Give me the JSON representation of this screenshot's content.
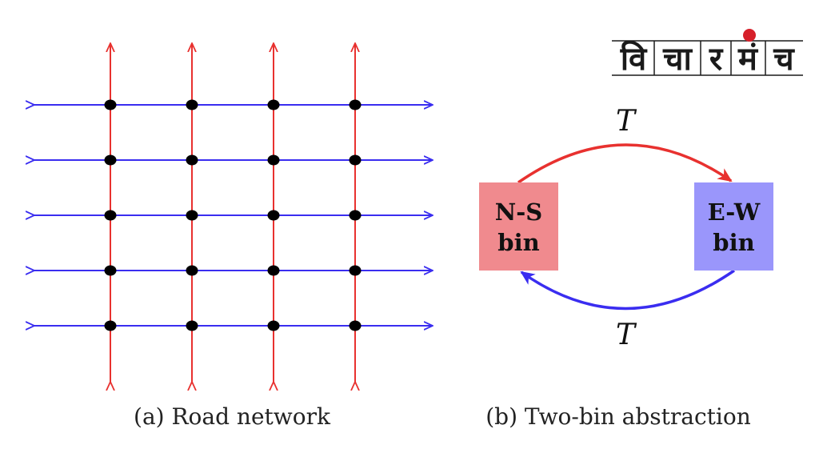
{
  "road_network": {
    "caption": "(a) Road network",
    "vertical_road_count": 4,
    "horizontal_road_count": 5,
    "vertical_color": "#e8312f",
    "horizontal_color": "#3a2df0",
    "node_color": "#000000"
  },
  "abstraction": {
    "caption": "(b) Two-bin abstraction",
    "ns_bin": {
      "line1": "N-S",
      "line2": "bin",
      "color": "#f08a8e"
    },
    "ew_bin": {
      "line1": "E-W",
      "line2": "bin",
      "color": "#9a96fb"
    },
    "top_arrow": {
      "label": "T",
      "color": "#e8312f"
    },
    "bottom_arrow": {
      "label": "T",
      "color": "#3a2df0"
    }
  },
  "logo": {
    "syllables": [
      "वि",
      "चा",
      "र",
      "मं",
      "च"
    ],
    "dot_color": "#d6202a"
  }
}
